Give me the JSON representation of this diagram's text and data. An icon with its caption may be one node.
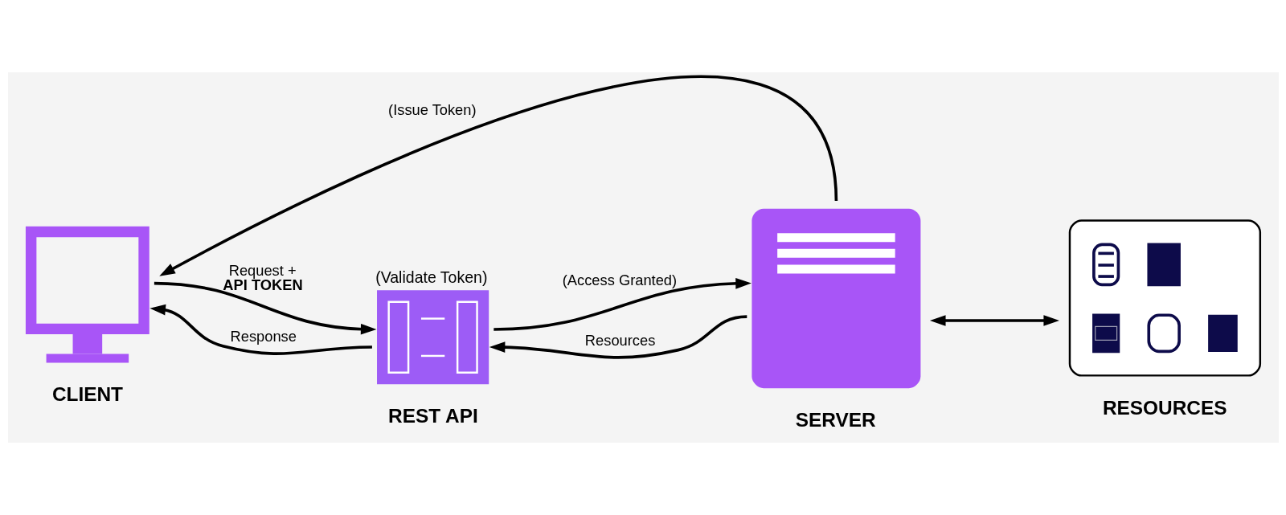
{
  "diagram": {
    "nodes": [
      {
        "text": [
          "CLIENT"
        ]
      },
      {
        "text": [
          "REST API"
        ],
        "beside": [
          "(Validate Token)"
        ]
      },
      {
        "text": [
          "SERVER"
        ]
      },
      {
        "text": [
          "RESOURCES"
        ]
      }
    ],
    "edges": [
      {
        "from": 2,
        "to": 0,
        "arrow": "to",
        "label": "(Issue Token)"
      },
      {
        "from": 0,
        "to": 1,
        "arrow": "to",
        "label": "Request + **API TOKEN**"
      },
      {
        "from": 1,
        "to": 0,
        "arrow": "to",
        "label": "Response"
      },
      {
        "from": 1,
        "to": 2,
        "arrow": "to",
        "label": "(Access Granted)"
      },
      {
        "from": 2,
        "to": 1,
        "arrow": "to",
        "label": "Resources"
      },
      {
        "from": 2,
        "to": 3,
        "arrow": "both"
      }
    ]
  }
}
